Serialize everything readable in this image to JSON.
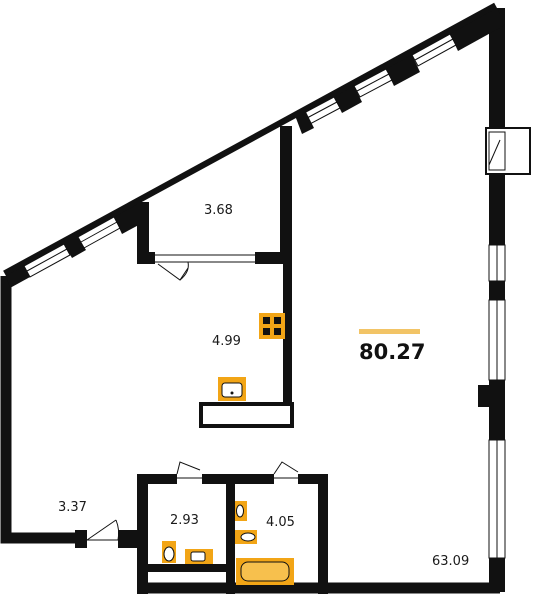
{
  "total_area": {
    "value": "80.27",
    "accent_color": "#f2c466"
  },
  "rooms": [
    {
      "id": "storage",
      "area": "3.68"
    },
    {
      "id": "kitchen",
      "area": "4.99"
    },
    {
      "id": "hall",
      "area": "3.37"
    },
    {
      "id": "wc",
      "area": "2.93"
    },
    {
      "id": "bathroom",
      "area": "4.05"
    },
    {
      "id": "living",
      "area": "63.09"
    }
  ],
  "colors": {
    "wall": "#111111",
    "fixture": "#f2a516",
    "fixture_light": "#f7c04d",
    "window": "#ffffff"
  },
  "icons": [
    "stove-icon",
    "sink-icon",
    "toilet-icon",
    "bathtub-icon",
    "door-icon",
    "window-icon"
  ]
}
